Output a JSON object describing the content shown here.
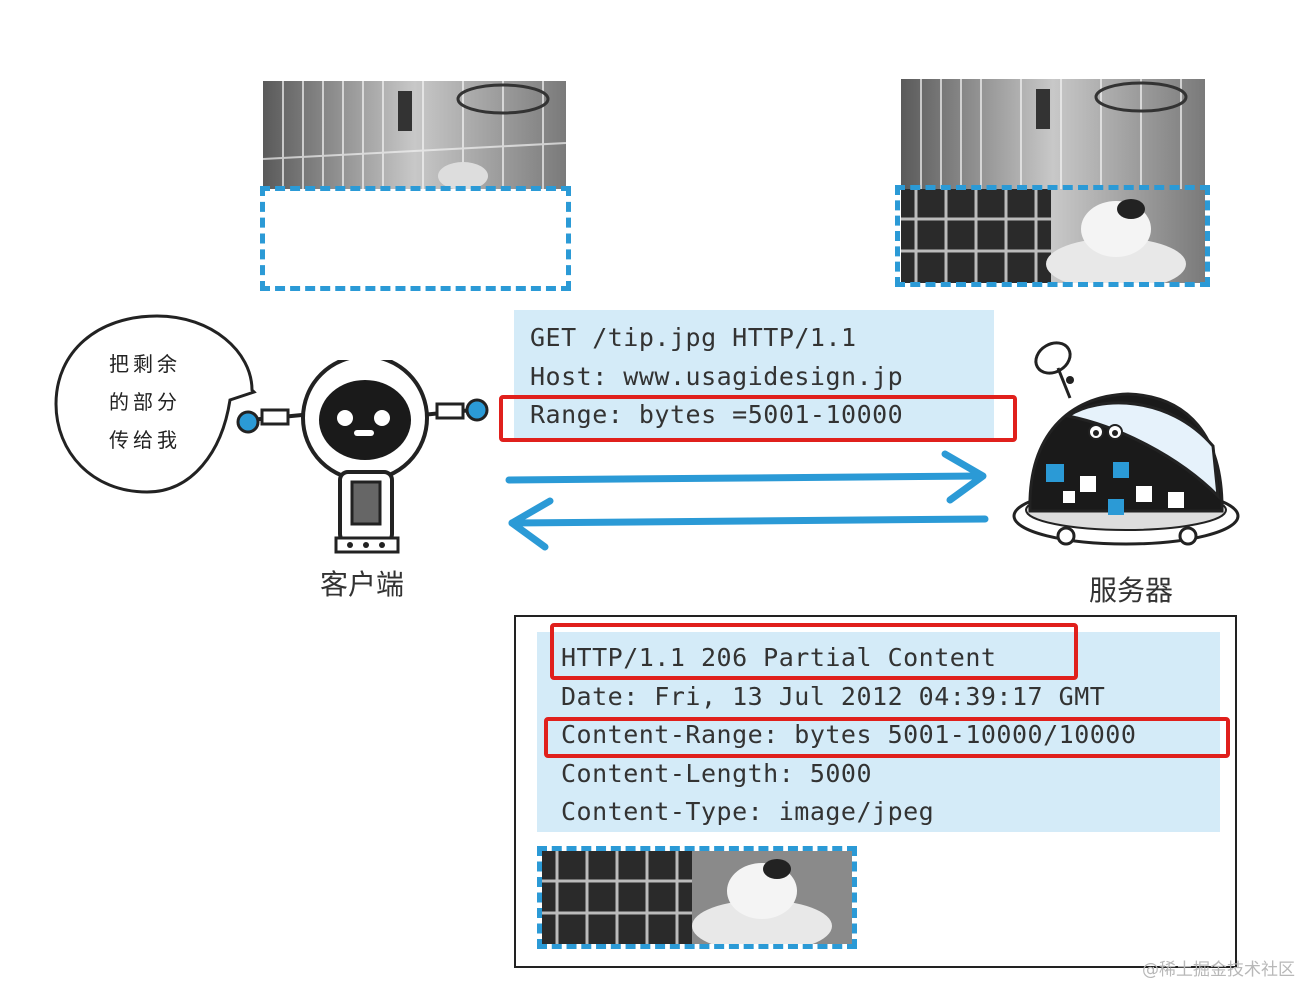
{
  "request": {
    "lines": [
      "GET /tip.jpg HTTP/1.1",
      "Host: www.usagidesign.jp",
      "Range: bytes =5001-10000"
    ]
  },
  "response": {
    "lines": [
      "HTTP/1.1 206 Partial Content",
      "Date: Fri, 13 Jul 2012 04:39:17 GMT",
      "Content-Range: bytes 5001-10000/10000",
      "Content-Length: 5000",
      "Content-Type: image/jpeg"
    ]
  },
  "client": {
    "label": "客户端",
    "bubble_lines": [
      "把剩余",
      "的部分",
      "传给我"
    ]
  },
  "server": {
    "label": "服务器"
  },
  "watermark": "@稀土掘金技术社区",
  "colors": {
    "accent_blue": "#2b9ad6",
    "highlight_red": "#e0201c",
    "code_bg": "#d4ebf8"
  },
  "icons": {
    "client": "robot-client-icon",
    "server": "robot-server-icon",
    "request_arrow": "arrow-right-icon",
    "response_arrow": "arrow-left-icon"
  }
}
